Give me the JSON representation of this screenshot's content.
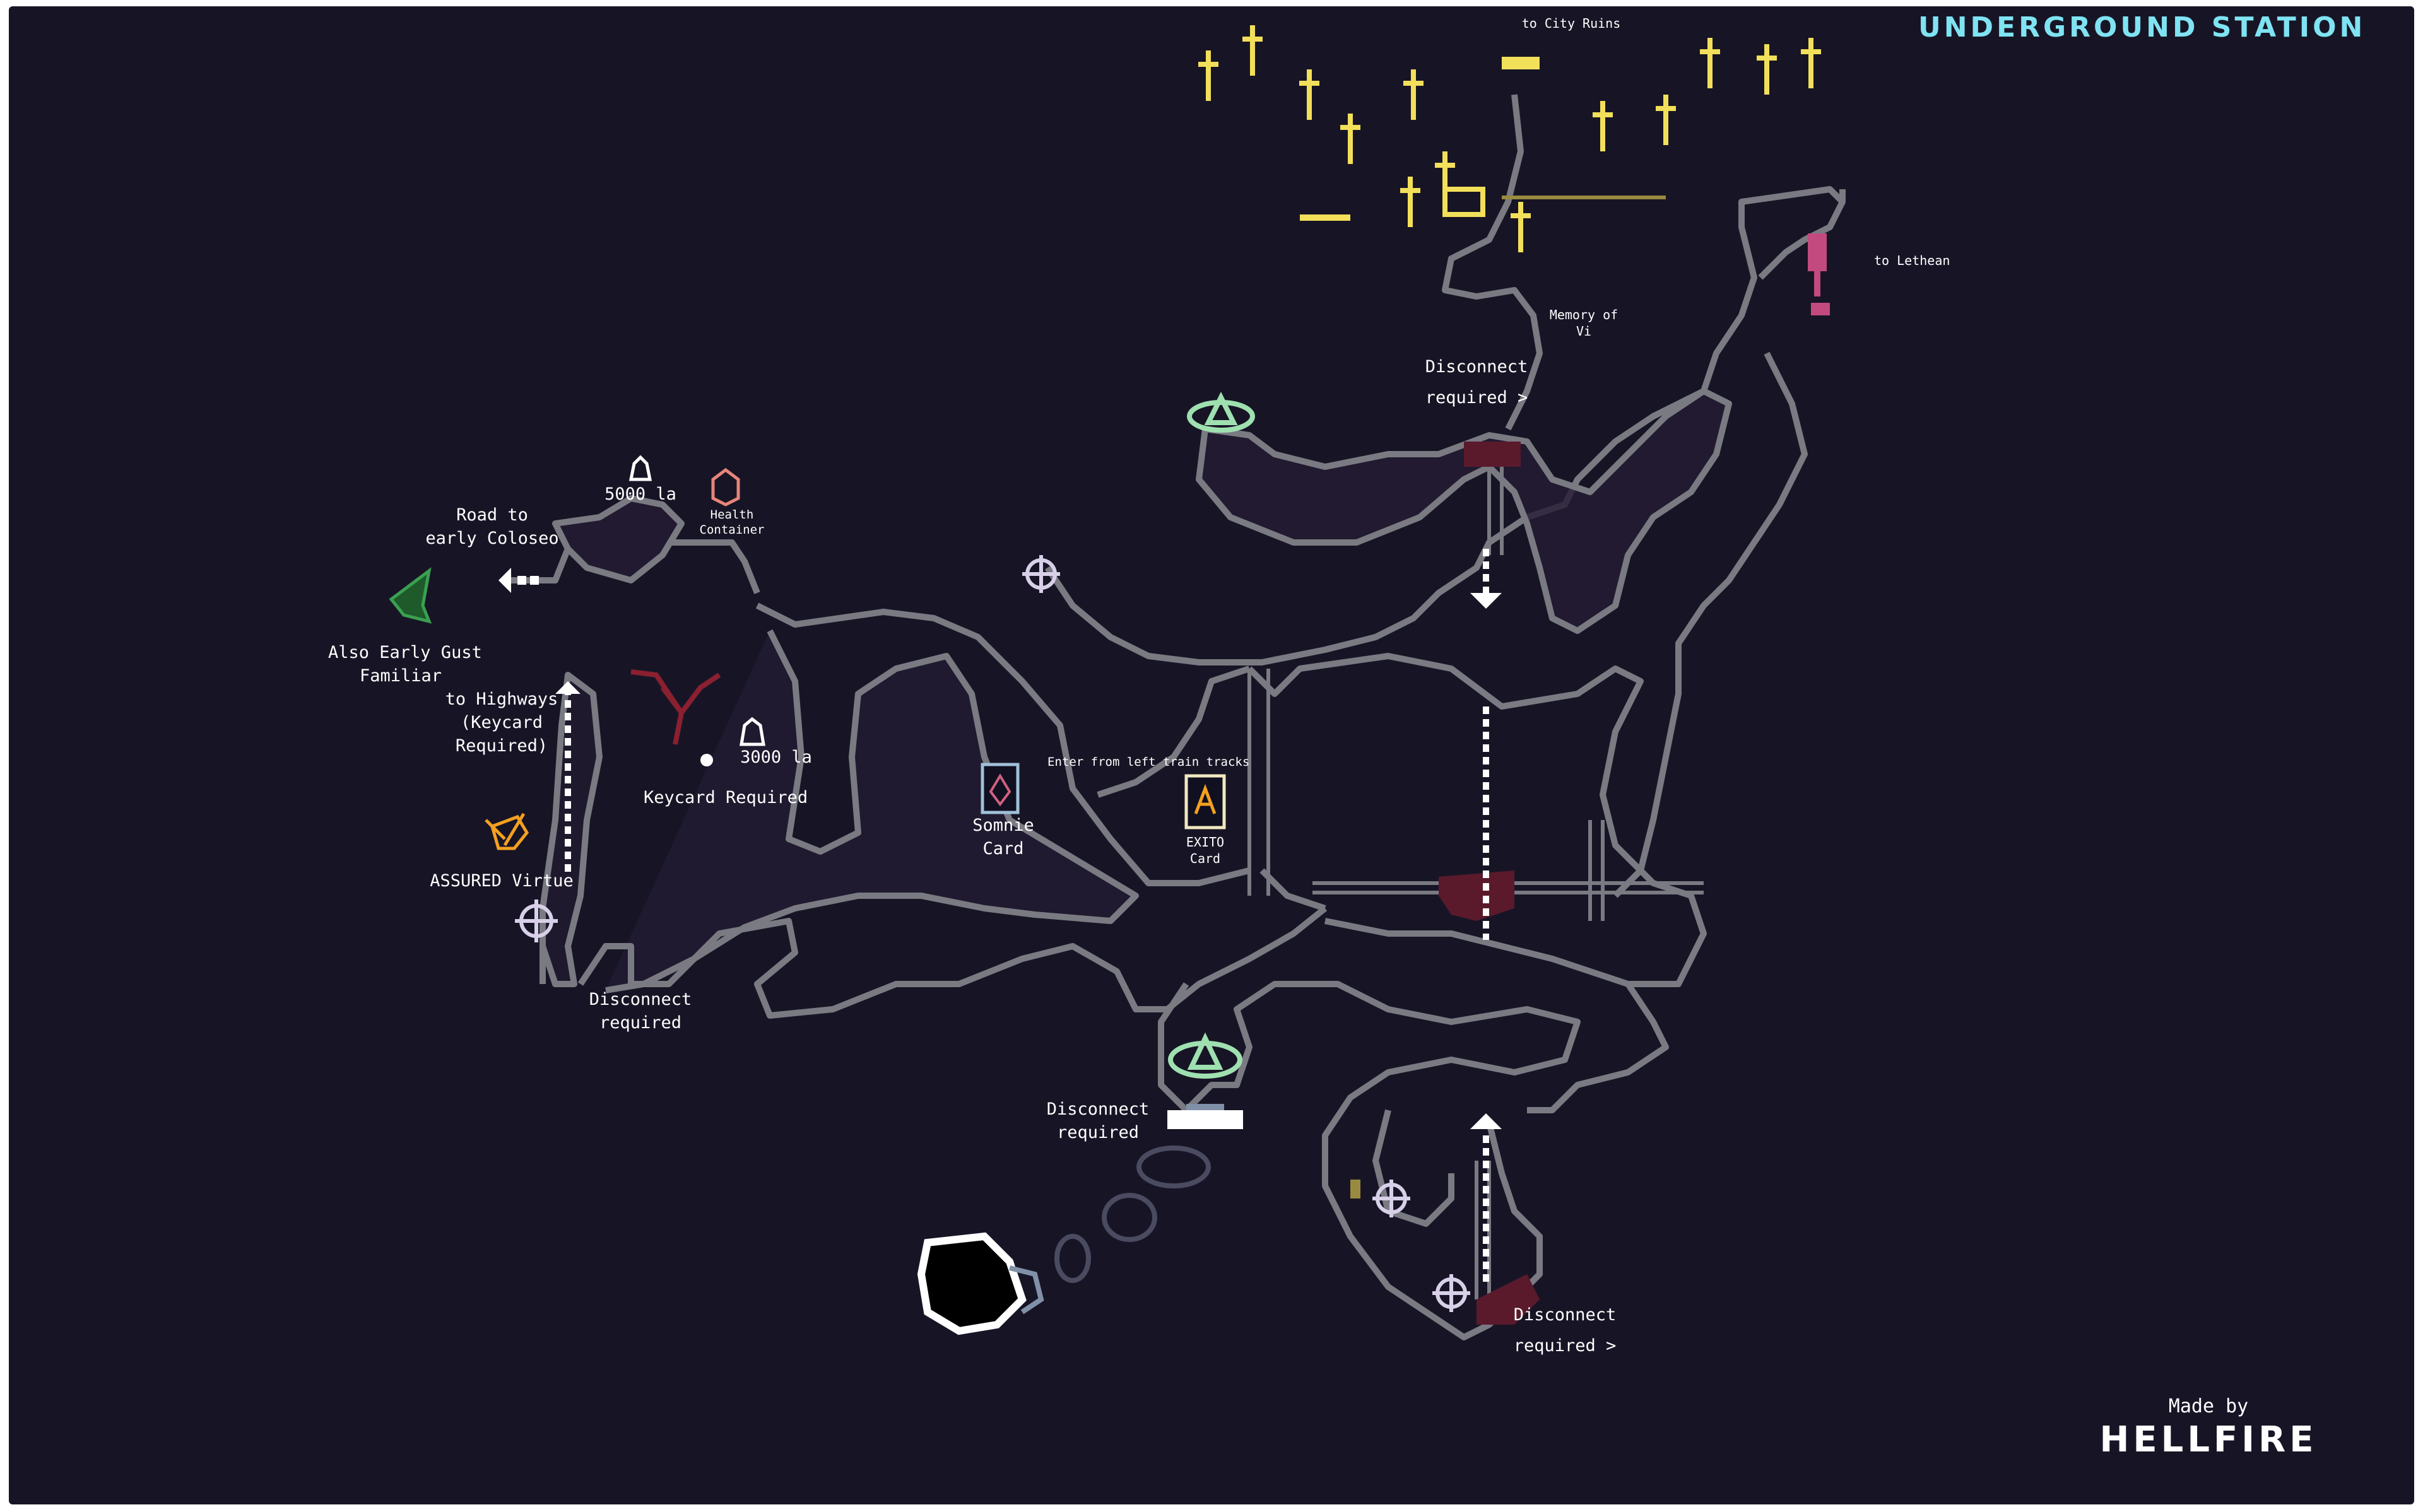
{
  "map": {
    "title": "UNDERGROUND STATION",
    "colors": {
      "background": "#171525",
      "corridor": "#7a7a82",
      "fill": "#241c33",
      "gold": "#f2df5a",
      "crimson": "#5a1a2c",
      "pink": "#c24a7e",
      "mint": "#9fe0b0",
      "title": "#7fe3f2"
    },
    "labels": {
      "to_city_ruins": "to City Ruins",
      "to_lethean": "to Lethean",
      "memory_of_vi": [
        "Memory of",
        "Vi"
      ],
      "disconnect_top": [
        "Disconnect",
        "required >"
      ],
      "road_to_coliseo": [
        "Road to",
        "early Coloseo"
      ],
      "lumen_5000": "5000 la",
      "health_container": [
        "Health",
        "Container"
      ],
      "also_early_gust": [
        "Also Early Gust",
        "Familiar"
      ],
      "to_highways": [
        "to Highways",
        "(Keycard",
        "Required)"
      ],
      "lumen_3000": "3000 la",
      "keycard_required": "Keycard Required",
      "assured_virtue": "ASSURED Virtue",
      "disconnect_left": [
        "Disconnect",
        "required"
      ],
      "somnie_card": [
        "Somnie",
        "Card"
      ],
      "enter_from_left": "Enter from left train tracks",
      "exito_card": [
        "EXITO",
        "Card"
      ],
      "disconnect_bottom_mid": [
        "Disconnect",
        "required"
      ],
      "disconnect_bottom_right": [
        "Disconnect",
        "required >"
      ]
    },
    "icons": [
      "gold-cross-icon",
      "pink-door-icon",
      "mint-emblem-icon",
      "white-bell-icon",
      "lumen-statue-icon",
      "health-container-icon",
      "green-gust-icon",
      "crimson-tree-icon",
      "keycard-icon",
      "orange-virtue-icon",
      "somnie-card-icon",
      "exito-card-icon",
      "elevator-arrow-icon"
    ]
  },
  "credits": {
    "made_by": "Made by",
    "author": "HELLFIRE"
  }
}
